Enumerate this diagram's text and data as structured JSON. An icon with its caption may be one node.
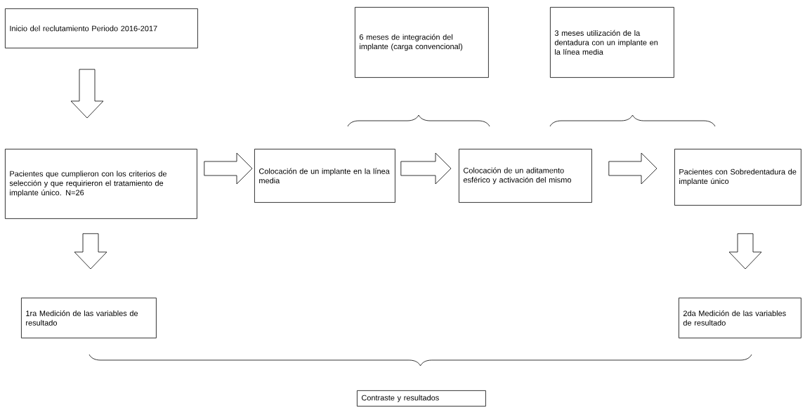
{
  "diagram": {
    "nodes": [
      {
        "text": [
          "Inicio del reclutamiento Periodo 2016-2017"
        ]
      },
      {
        "text": [
          "Pacientes que cumplieron con los criterios de selección y que requirieron el tratamiento de implante único. N=26"
        ]
      },
      {
        "text": [
          "Colocación de un implante en la línea media"
        ]
      },
      {
        "text": [
          "Colocación de un aditamento esférico y activación del mismo"
        ]
      },
      {
        "text": [
          "Pacientes con Sobredentadura de implante único"
        ]
      },
      {
        "text": [
          "6 meses de integración del implante (carga convencional)"
        ]
      },
      {
        "text": [
          "3 meses utilización de la dentadura con un implante en la línea media"
        ]
      },
      {
        "text": [
          "1ra Medición de las variables de resultado"
        ]
      },
      {
        "text": [
          "2da Medición de las variables de resultado"
        ]
      },
      {
        "text": [
          "Contraste y resultados"
        ]
      }
    ],
    "edges": [
      {
        "from": 0,
        "to": 1,
        "arrow": "to"
      },
      {
        "from": 1,
        "to": 2,
        "arrow": "to"
      },
      {
        "from": 2,
        "to": 3,
        "arrow": "to"
      },
      {
        "from": 3,
        "to": 4,
        "arrow": "to"
      },
      {
        "from": 1,
        "to": 7,
        "arrow": "to"
      },
      {
        "from": 4,
        "to": 8,
        "arrow": "to"
      }
    ]
  }
}
